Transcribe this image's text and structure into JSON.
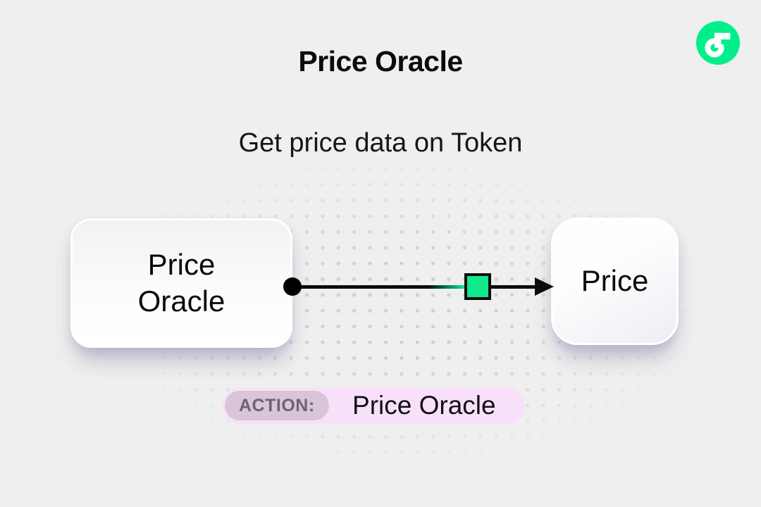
{
  "header": {
    "title": "Price Oracle",
    "subtitle": "Get price data on Token"
  },
  "logo": {
    "name": "flow-logo",
    "color": "#00ef8b"
  },
  "background": {
    "color": "#efefef",
    "dot_color": "#cfcfd3"
  },
  "diagram": {
    "source_node": {
      "lines": [
        "Price",
        "Oracle"
      ]
    },
    "target_node": {
      "label": "Price"
    },
    "connector": {
      "marker": "green-square",
      "accent_color": "#0fe88b",
      "line_color": "#0d0d0d"
    }
  },
  "action_bar": {
    "badge_label": "ACTION:",
    "value": "Price Oracle",
    "pill_color": "#f9e0f9",
    "badge_color": "#d8c5d8",
    "badge_text_color": "#6e6274"
  }
}
